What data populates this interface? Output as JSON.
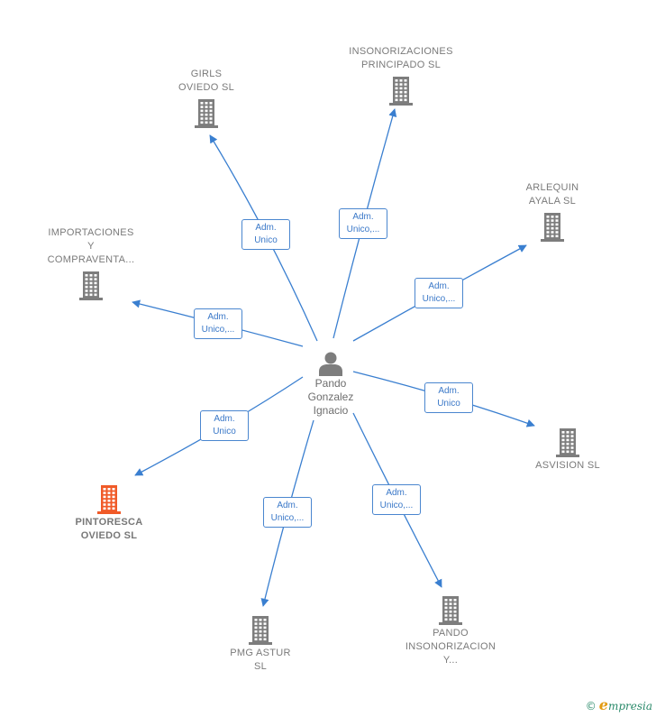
{
  "center": {
    "lines": [
      "Pando",
      "Gonzalez",
      "Ignacio"
    ]
  },
  "companies": [
    {
      "id": "girls",
      "lines": [
        "GIRLS",
        "OVIEDO SL"
      ],
      "highlight": false
    },
    {
      "id": "insonorizaciones",
      "lines": [
        "INSONORIZACIONES",
        "PRINCIPADO SL"
      ],
      "highlight": false
    },
    {
      "id": "arlequin",
      "lines": [
        "ARLEQUIN",
        "AYALA SL"
      ],
      "highlight": false
    },
    {
      "id": "importaciones",
      "lines": [
        "IMPORTACIONES",
        "Y",
        "COMPRAVENTA..."
      ],
      "highlight": false
    },
    {
      "id": "asvision",
      "lines": [
        "ASVISION SL"
      ],
      "highlight": false
    },
    {
      "id": "pintoresca",
      "lines": [
        "PINTORESCA",
        "OVIEDO  SL"
      ],
      "highlight": true
    },
    {
      "id": "pmg",
      "lines": [
        "PMG ASTUR",
        "SL"
      ],
      "highlight": false
    },
    {
      "id": "pando",
      "lines": [
        "PANDO",
        "INSONORIZACION",
        "Y..."
      ],
      "highlight": false
    }
  ],
  "edges": [
    {
      "to": "girls",
      "lines": [
        "Adm.",
        "Unico"
      ]
    },
    {
      "to": "insonorizaciones",
      "lines": [
        "Adm.",
        "Unico,..."
      ]
    },
    {
      "to": "arlequin",
      "lines": [
        "Adm.",
        "Unico,..."
      ]
    },
    {
      "to": "importaciones",
      "lines": [
        "Adm.",
        "Unico,..."
      ]
    },
    {
      "to": "asvision",
      "lines": [
        "Adm.",
        "Unico"
      ]
    },
    {
      "to": "pintoresca",
      "lines": [
        "Adm.",
        "Unico"
      ]
    },
    {
      "to": "pmg",
      "lines": [
        "Adm.",
        "Unico,..."
      ]
    },
    {
      "to": "pando",
      "lines": [
        "Adm.",
        "Unico,..."
      ]
    }
  ],
  "colors": {
    "edge": "#3a7fd0",
    "building": "#7d7d7d",
    "building_highlight": "#f05a28",
    "person": "#7d7d7d"
  },
  "brand": {
    "copyright": "©",
    "initial": "e",
    "rest": "mpresia"
  }
}
